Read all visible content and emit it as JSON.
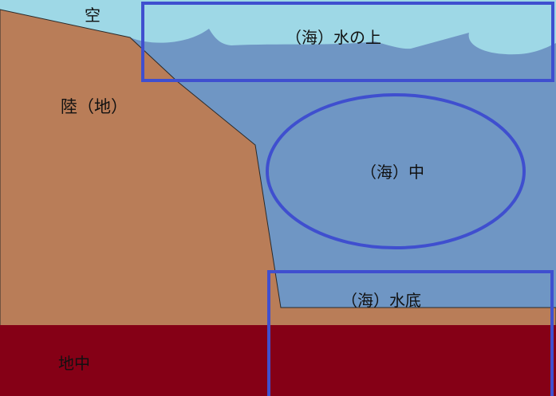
{
  "labels": {
    "sky": "空",
    "land": "陸（地）",
    "sea_surface": "（海）水の上",
    "sea_middle": "（海）中",
    "sea_floor": "（海）水底",
    "underground": "地中"
  },
  "colors": {
    "sky": "#9ed8e6",
    "sea": "#6f96c4",
    "land": "#b97d58",
    "underground": "#850016",
    "highlight_outline": "#3f4fcf",
    "text": "#111111"
  }
}
